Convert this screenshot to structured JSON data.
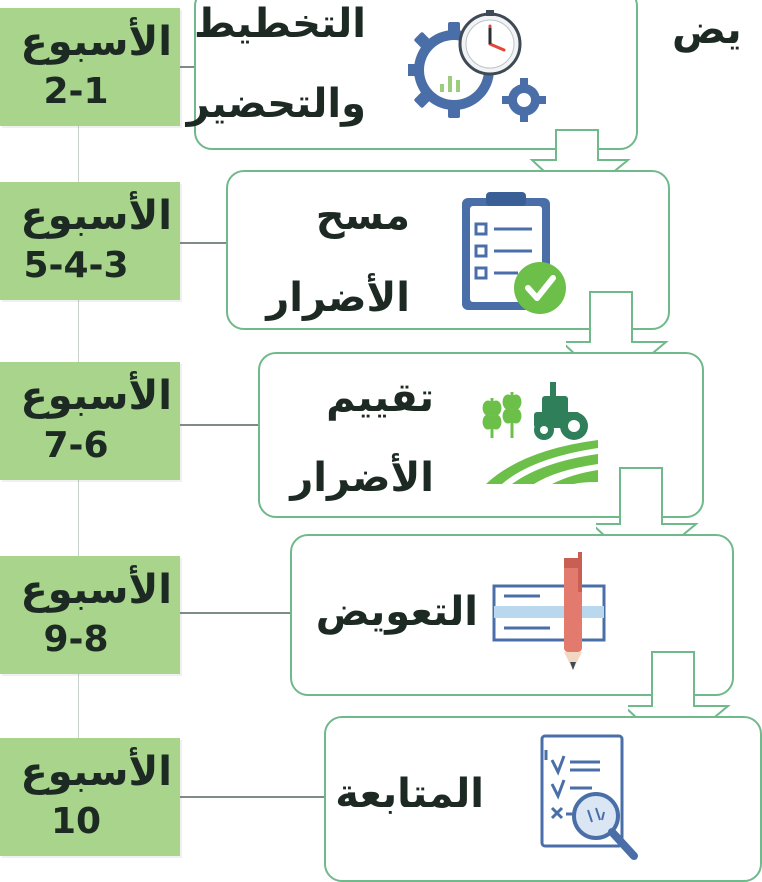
{
  "weeks": [
    {
      "word": "الأسبوع",
      "range": "2-1"
    },
    {
      "word": "الأسبوع",
      "range": "5-4-3"
    },
    {
      "word": "الأسبوع",
      "range": "7-6"
    },
    {
      "word": "الأسبوع",
      "range": "9-8"
    },
    {
      "word": "الأسبوع",
      "range": "10"
    }
  ],
  "steps": [
    {
      "line1": "التخطيط",
      "line2": "والتحضير",
      "icon": "gears-clock-icon"
    },
    {
      "line1": "مسح",
      "line2": "الأضرار",
      "icon": "clipboard-checklist-icon"
    },
    {
      "line1": "تقييم",
      "line2": "الأضرار",
      "icon": "tractor-field-icon"
    },
    {
      "line1": "التعويض",
      "line2": "",
      "icon": "check-pen-icon"
    },
    {
      "line1": "المتابعة",
      "line2": "",
      "icon": "document-magnifier-icon"
    }
  ],
  "cut_text": "يض",
  "colors": {
    "week_bg": "#a8d58b",
    "box_border": "#6fb98a",
    "icon_blue": "#4a6fa8",
    "icon_green": "#6cc04a",
    "icon_red": "#e27b6e",
    "text": "#1d2a24"
  }
}
